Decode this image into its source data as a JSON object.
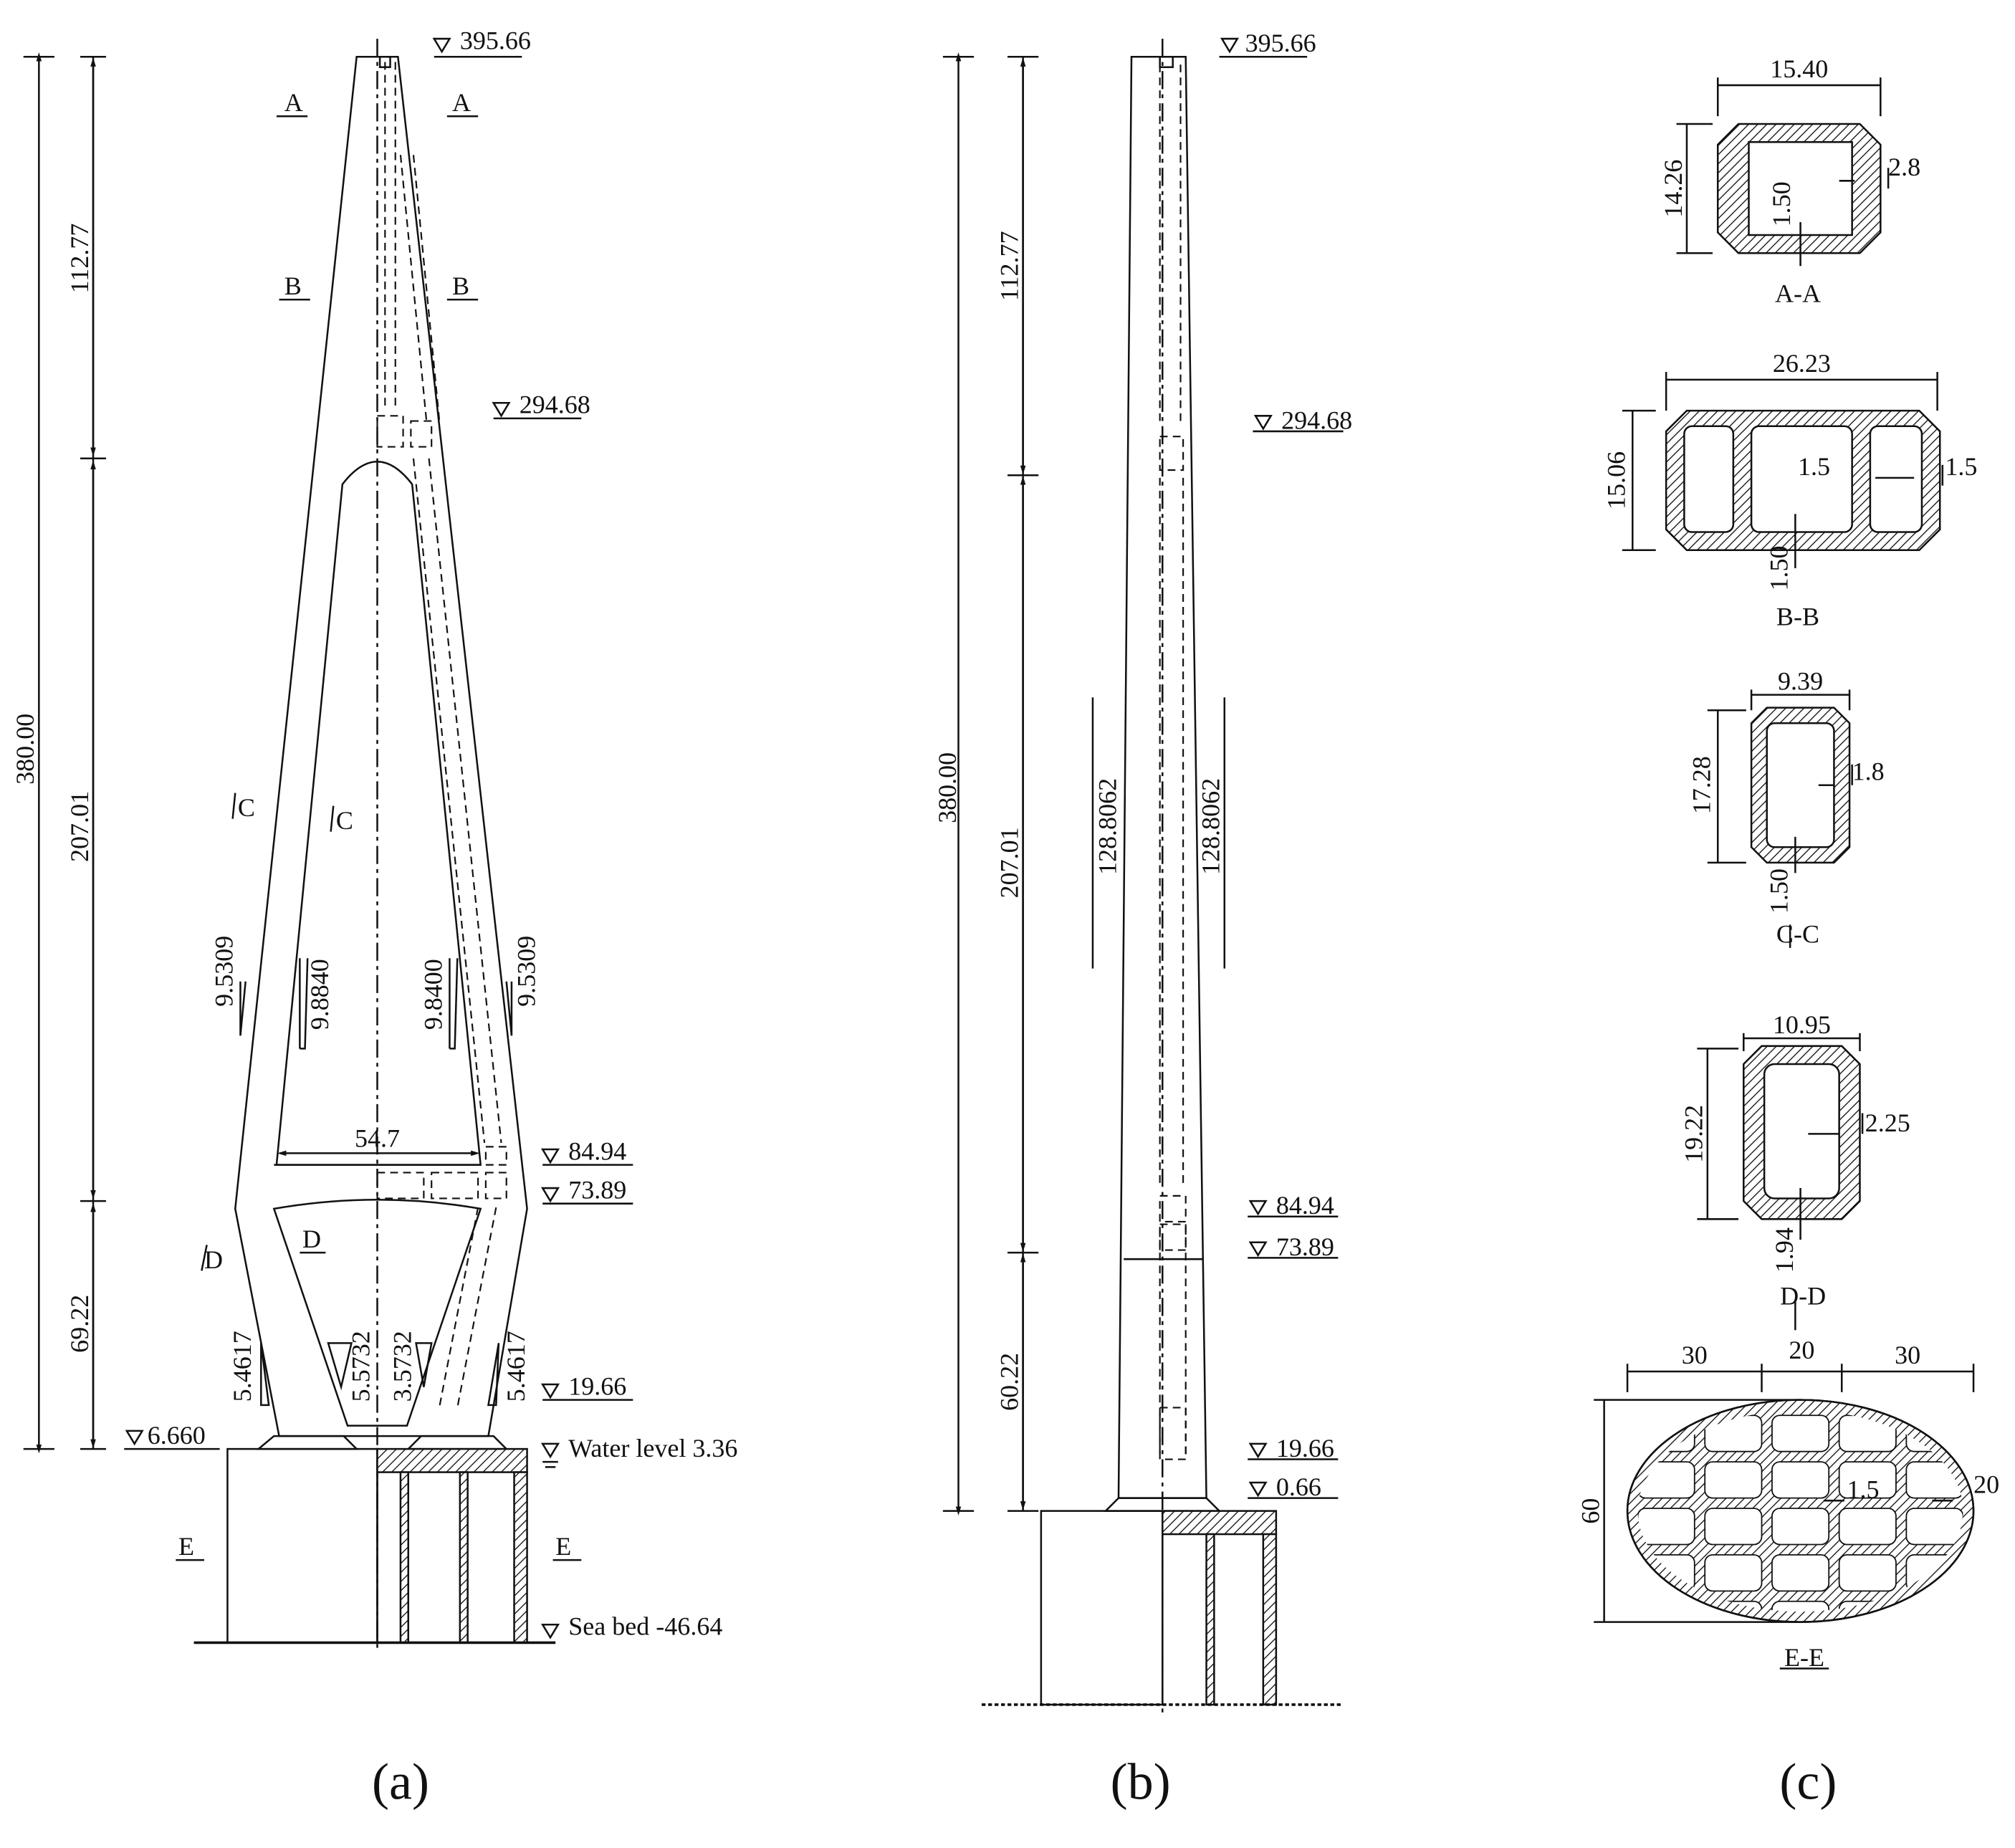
{
  "panel_a": {
    "total_height": "380.00",
    "dim_upper": "112.77",
    "dim_middle": "207.01",
    "dim_lower": "69.22",
    "elev_top": "395.66",
    "elev_upper_beam": "294.68",
    "elev_beam1": "84.94",
    "elev_beam2": "73.89",
    "elev_low": "19.66",
    "elev_base": "6.660",
    "water_level": "Water level 3.36",
    "sea_bed": "Sea bed -46.64",
    "cross_beam_span": "54.7",
    "slope_left_outer": "9.5309",
    "slope_left_inner": "9.8840",
    "slope_right_inner": "9.8400",
    "slope_right_outer": "9.5309",
    "slope_low_left_outer": "5.4617",
    "slope_low_left_inner": "5.5732",
    "slope_low_right_inner": "3.5732",
    "slope_low_right_outer": "5.4617",
    "section_A": "A",
    "section_B": "B",
    "section_C": "C",
    "section_D": "D",
    "section_E": "E"
  },
  "panel_b": {
    "total_height": "380.00",
    "dim_upper": "112.77",
    "dim_middle": "207.01",
    "dim_lower": "60.22",
    "slope_left": "128.8062",
    "slope_right": "128.8062",
    "elev_top": "395.66",
    "elev_upper_beam": "294.68",
    "elev_beam1": "84.94",
    "elev_beam2": "73.89",
    "elev_low": "19.66",
    "elev_base": "0.66"
  },
  "panel_c": {
    "aa": {
      "label": "A-A",
      "width": "15.40",
      "height": "14.26",
      "wall": "2.8",
      "bottom": "1.50"
    },
    "bb": {
      "label": "B-B",
      "width": "26.23",
      "height": "15.06",
      "web": "1.5",
      "wall": "1.5",
      "bottom": "1.50"
    },
    "cc": {
      "label": "C-C",
      "width": "9.39",
      "height": "17.28",
      "wall": "1.8",
      "bottom": "1.50"
    },
    "dd": {
      "label": "D-D",
      "width": "10.95",
      "height": "19.22",
      "wall": "2.25",
      "bottom": "1.94"
    },
    "ee": {
      "label": "E-E",
      "w1": "30",
      "w2": "20",
      "w3": "30",
      "height": "60",
      "inner": "1.5",
      "outer": "20"
    }
  },
  "captions": {
    "a": "(a)",
    "b": "(b)",
    "c": "(c)"
  }
}
